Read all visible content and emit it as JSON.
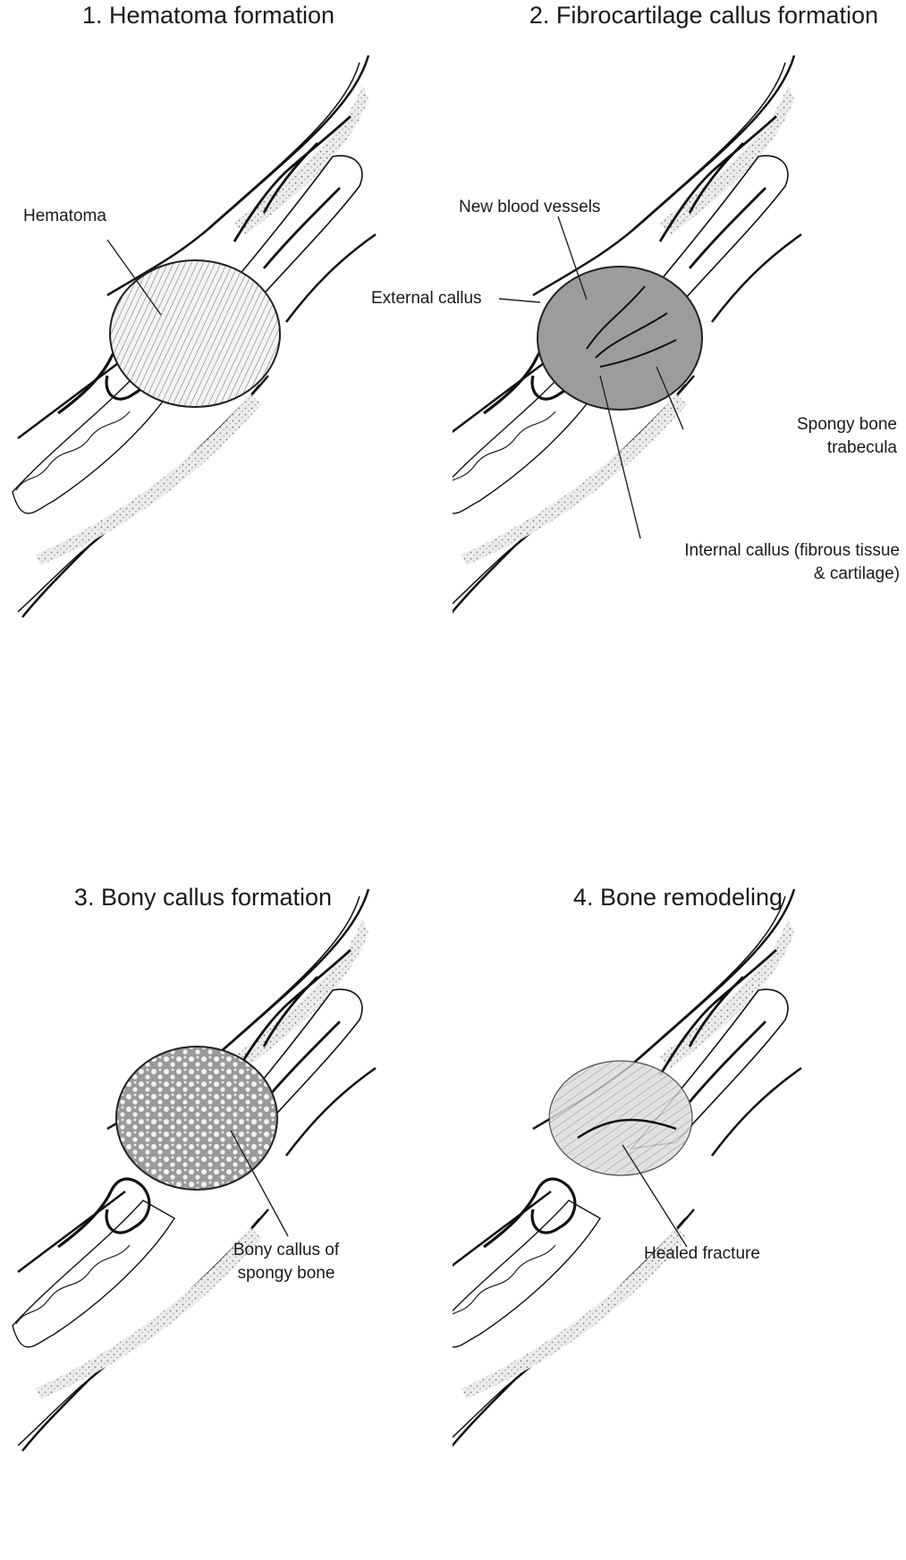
{
  "panels": [
    {
      "title": "1. Hematoma formation",
      "labels": {
        "hematoma": "Hematoma"
      }
    },
    {
      "title": "2. Fibrocartilage callus formation",
      "labels": {
        "new_vessels": "New blood vessels",
        "external_callus": "External callus",
        "spongy_trabecula_1": "Spongy bone",
        "spongy_trabecula_2": "trabecula",
        "internal_callus_1": "Internal callus (fibrous tissue",
        "internal_callus_2": "& cartilage)"
      }
    },
    {
      "title": "3. Bony callus formation",
      "labels": {
        "bony_callus_1": "Bony callus of",
        "bony_callus_2": "spongy bone"
      }
    },
    {
      "title": "4. Bone remodeling",
      "labels": {
        "healed": "Healed fracture"
      }
    }
  ]
}
